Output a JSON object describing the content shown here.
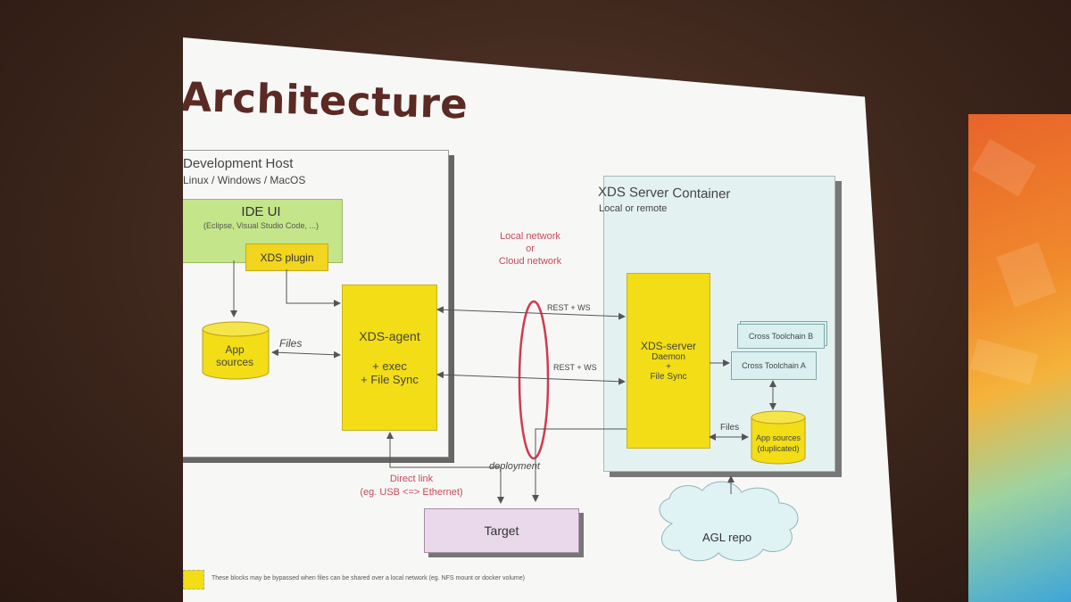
{
  "slide": {
    "title": "Architecture",
    "dev_host": {
      "title": "Development Host",
      "subtitle": "Linux / Windows / MacOS"
    },
    "ide_ui": {
      "title": "IDE UI",
      "subtitle": "(Eclipse, Visual Studio Code, ...)"
    },
    "xds_plugin": "XDS plugin",
    "app_sources": {
      "line1": "App",
      "line2": "sources"
    },
    "files_label": "Files",
    "xds_agent": {
      "title": "XDS-agent",
      "line1": "+ exec",
      "line2": "+ File Sync"
    },
    "network": {
      "line1": "Local network",
      "line2": "or",
      "line3": "Cloud network"
    },
    "rest_ws_top": "REST + WS",
    "rest_ws_bottom": "REST + WS",
    "xds_container": {
      "title": "XDS Server Container",
      "subtitle": "Local or remote"
    },
    "xds_server": {
      "title": "XDS-server",
      "line1": "Daemon",
      "line2": "+",
      "line3": "File Sync"
    },
    "toolchain_b": "Cross Toolchain B",
    "toolchain_a": "Cross Toolchain A",
    "files_label2": "Files",
    "app_sources_dup": {
      "line1": "App sources",
      "line2": "(duplicated)"
    },
    "direct_link": {
      "line1": "Direct link",
      "line2": "(eg. USB <=> Ethernet)"
    },
    "deployment": "deployment",
    "target": "Target",
    "agl_repo": "AGL repo",
    "legend": "These blocks may be bypassed when files can be shared over a local network (eg. NFS mount or docker volume)"
  },
  "colors": {
    "yellow": "#f2dd17",
    "green": "#c5e58a",
    "network_red": "#d23a4e",
    "title_brown": "#5b2a24"
  }
}
